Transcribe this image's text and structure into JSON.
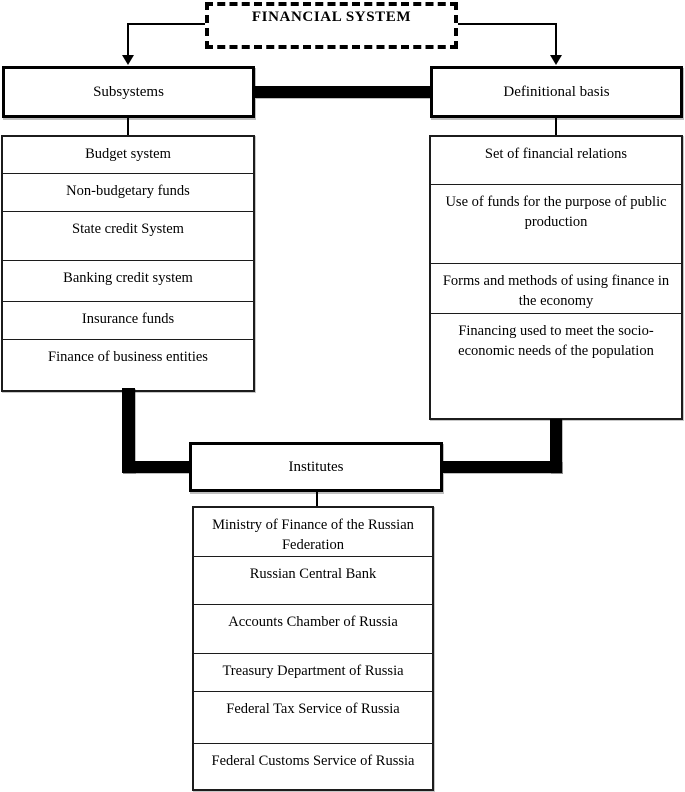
{
  "title": {
    "label": "FINANCIAL SYSTEM"
  },
  "subsystems": {
    "header": "Subsystems",
    "items": [
      "Budget system",
      "Non-budgetary funds",
      "State credit System",
      "Banking credit system",
      "Insurance funds",
      "Finance of business entities"
    ]
  },
  "definitional_basis": {
    "header": "Definitional basis",
    "items": [
      "Set of financial relations",
      "Use of funds for the purpose of public production",
      "Forms and methods of using finance in the economy",
      "Financing used to meet the socio-economic needs of the population"
    ]
  },
  "institutes": {
    "header": "Institutes",
    "items": [
      "Ministry of Finance of the Russian Federation",
      "Russian Central Bank",
      "Accounts Chamber of Russia",
      "Treasury Department of Russia",
      "Federal Tax Service of Russia",
      "Federal Customs Service of Russia"
    ]
  },
  "colors": {
    "ink": "#000000",
    "paper": "#ffffff"
  }
}
